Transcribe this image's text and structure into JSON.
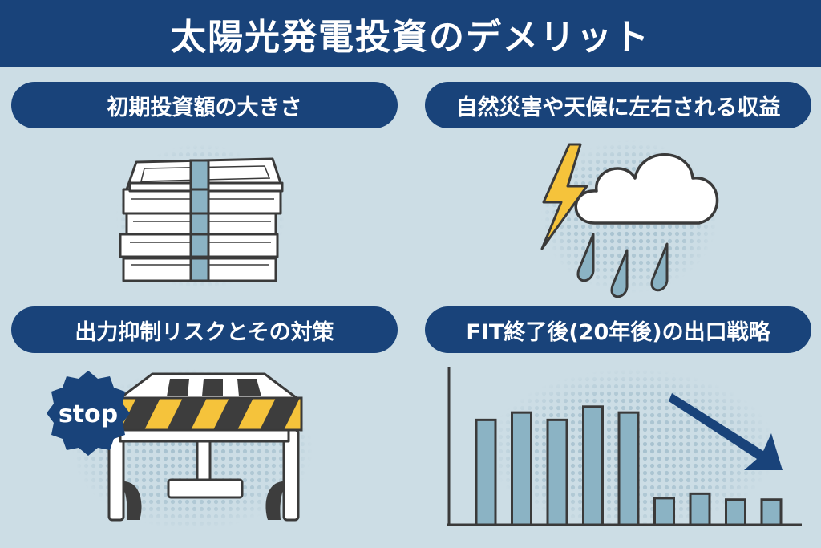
{
  "header": {
    "title": "太陽光発電投資のデメリット"
  },
  "sections": [
    {
      "label": "初期投資額の大きさ",
      "icon": "money-stack-icon"
    },
    {
      "label": "自然災害や天候に左右される収益",
      "icon": "storm-cloud-icon"
    },
    {
      "label": "出力抑制リスクとその対策",
      "icon": "barrier-stop-icon",
      "badge": "stop"
    },
    {
      "label": "FIT終了後(20年後)の出口戦略",
      "icon": "declining-bar-chart-icon"
    }
  ],
  "colors": {
    "navy": "#19437a",
    "background": "#ccdde5",
    "accent_blue": "#8bb3c4",
    "stripe_yellow": "#f5c33b",
    "stripe_dark": "#3d3d3d",
    "lightning": "#f5c33b"
  },
  "chart_data": {
    "type": "bar",
    "values": [
      7.1,
      7.6,
      7.1,
      8.0,
      7.6,
      1.8,
      2.1,
      1.7,
      1.7
    ],
    "ylim": [
      0,
      10
    ]
  }
}
